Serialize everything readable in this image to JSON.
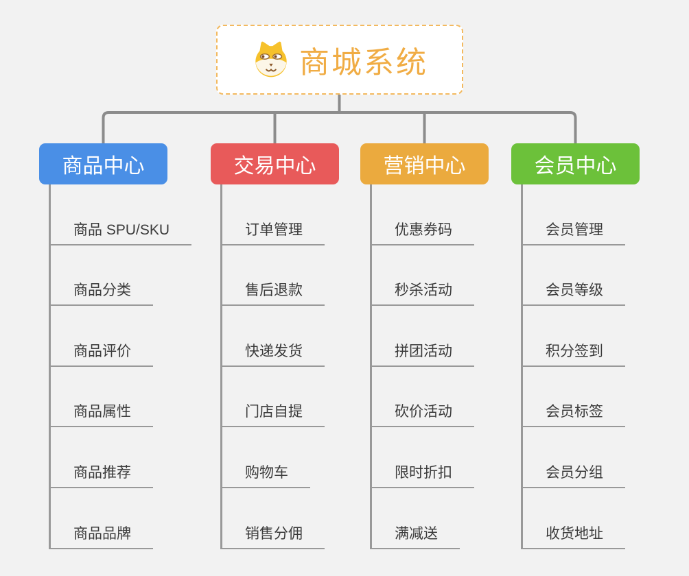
{
  "root": {
    "title": "商城系统",
    "icon": "dog-face-icon"
  },
  "branches": [
    {
      "label": "商品中心",
      "color": "#4A8FE6",
      "children": [
        "商品 SPU/SKU",
        "商品分类",
        "商品评价",
        "商品属性",
        "商品推荐",
        "商品品牌"
      ]
    },
    {
      "label": "交易中心",
      "color": "#E85A5A",
      "children": [
        "订单管理",
        "售后退款",
        "快递发货",
        "门店自提",
        "购物车",
        "销售分佣"
      ]
    },
    {
      "label": "营销中心",
      "color": "#EBAA3E",
      "children": [
        "优惠券码",
        "秒杀活动",
        "拼团活动",
        "砍价活动",
        "限时折扣",
        "满减送"
      ]
    },
    {
      "label": "会员中心",
      "color": "#6CC13A",
      "children": [
        "会员管理",
        "会员等级",
        "积分签到",
        "会员标签",
        "会员分组",
        "收货地址"
      ]
    }
  ],
  "colors": {
    "background": "#F2F2F2",
    "root_text": "#F0AC44",
    "root_border": "#F3B95F",
    "connector_line": "#8C8C8C",
    "child_line": "#999999",
    "child_text": "#3B3B3B",
    "branch_label_text": "#FFFFFF"
  }
}
